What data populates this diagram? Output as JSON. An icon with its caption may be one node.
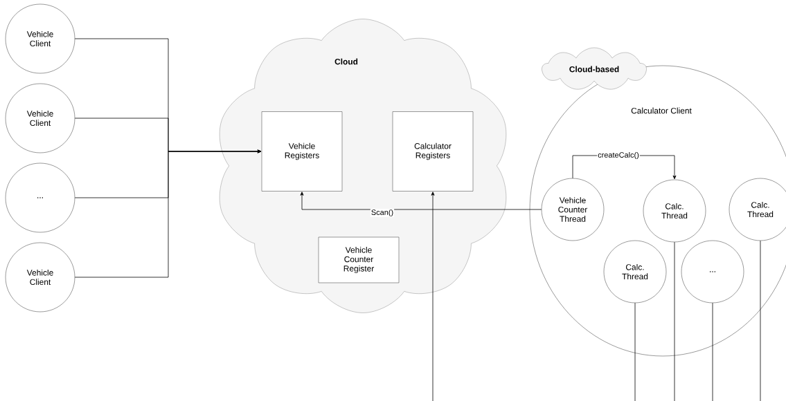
{
  "diagram": {
    "nodes": [
      {
        "text": [
          "Vehicle Client"
        ]
      },
      {
        "text": [
          "Vehicle Client"
        ]
      },
      {
        "text": [
          "..."
        ]
      },
      {
        "text": [
          "Vehicle Client"
        ]
      },
      {
        "text": [
          "Cloud"
        ]
      },
      {
        "text": [
          "Vehicle Registers"
        ],
        "in": 4
      },
      {
        "text": [
          "Calculator Registers"
        ],
        "in": 4
      },
      {
        "text": [
          "Vehicle Counter Register"
        ],
        "in": 4
      },
      {
        "text": [
          "Calculator Client"
        ]
      },
      {
        "text": [
          "Cloud-based"
        ]
      },
      {
        "text": [
          "Vehicle Counter Thread"
        ],
        "in": 8
      },
      {
        "text": [
          "Calc. Thread"
        ],
        "in": 8
      },
      {
        "text": [
          "Calc. Thread"
        ],
        "in": 8
      },
      {
        "text": [
          "Calc. Thread"
        ],
        "in": 8
      },
      {
        "text": [
          "..."
        ],
        "in": 8
      }
    ],
    "edges": [
      {
        "from": 0,
        "to": 5,
        "arrow": "to"
      },
      {
        "from": 1,
        "to": 5,
        "arrow": "to"
      },
      {
        "from": 2,
        "to": 5,
        "arrow": "to"
      },
      {
        "from": 3,
        "to": 5,
        "arrow": "to"
      },
      {
        "from": 10,
        "to": 5,
        "arrow": "to",
        "label": "Scan()"
      },
      {
        "from": 10,
        "to": 11,
        "arrow": "to",
        "label": "createCalc()"
      },
      {
        "from": null,
        "to": 6,
        "arrow": "to"
      },
      {
        "from": 11,
        "to": null,
        "arrow": "none"
      },
      {
        "from": 12,
        "to": null,
        "arrow": "none"
      },
      {
        "from": 13,
        "to": null,
        "arrow": "none"
      },
      {
        "from": 14,
        "to": null,
        "arrow": "none"
      }
    ]
  }
}
